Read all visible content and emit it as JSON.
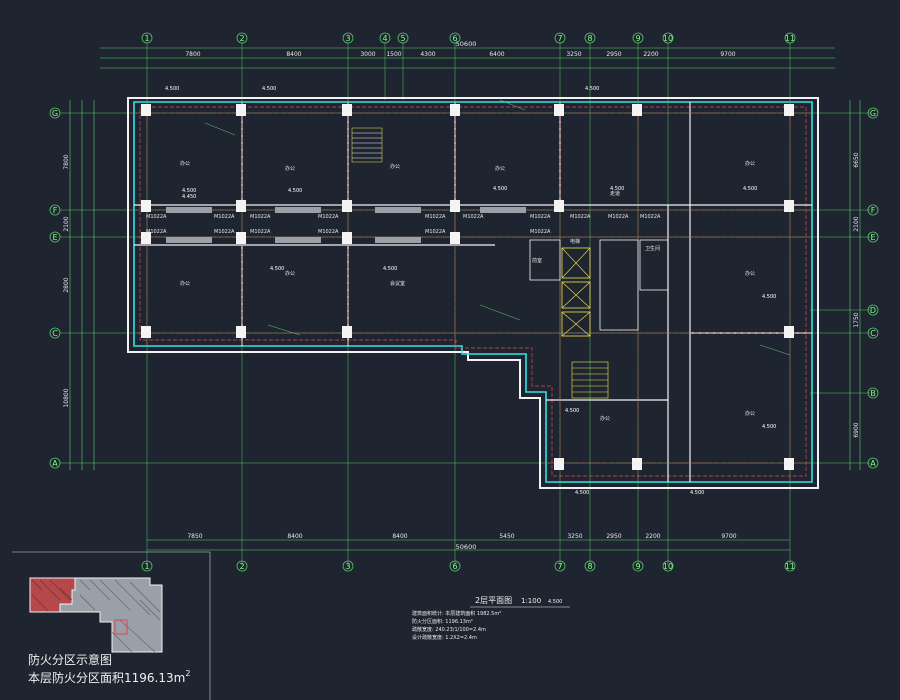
{
  "grid": {
    "columns": [
      "1",
      "2",
      "3",
      "4",
      "5",
      "6",
      "7",
      "8",
      "9",
      "10",
      "11"
    ],
    "rows": [
      "G",
      "F",
      "E",
      "C",
      "D",
      "B",
      "A"
    ]
  },
  "dimensions": {
    "top_spans": [
      "7800",
      "8400",
      "3000",
      "1500",
      "4300",
      "6400",
      "3250",
      "2950",
      "2200",
      "9700"
    ],
    "top_total": "50600",
    "bottom_spans": [
      "7850",
      "8400",
      "8400",
      "5450",
      "3250",
      "2950",
      "2200",
      "9700"
    ],
    "bottom_total": "50600",
    "left_spans": [
      "7800",
      "2100",
      "2800",
      "10800"
    ],
    "right_spans": [
      "6650",
      "2100",
      "1750",
      "6900"
    ]
  },
  "sheet_title": {
    "main": "2层平面图",
    "scale": "1:100",
    "elevation": "4.500"
  },
  "notes": [
    "建筑面积统计: 本层建筑面积 1982.5m²",
    "防火分区面积: 1196.13m²",
    "疏散宽度: 240.23/1/100=2.4m",
    "设计疏散宽度: 1.2X2=2.4m"
  ],
  "legend": {
    "title": "防火分区示意图",
    "area_prefix": "本层防火分区面积",
    "area_value": "1196.13",
    "area_unit": "m",
    "area_sup": "2"
  },
  "rooms": [
    {
      "label": "办公",
      "kind": "room"
    },
    {
      "label": "办公",
      "kind": "room"
    },
    {
      "label": "办公",
      "kind": "room"
    },
    {
      "label": "办公",
      "kind": "room"
    },
    {
      "label": "会议室",
      "kind": "room"
    },
    {
      "label": "办公",
      "kind": "room"
    },
    {
      "label": "办公",
      "kind": "room"
    },
    {
      "label": "办公",
      "kind": "room"
    },
    {
      "label": "办公",
      "kind": "room"
    },
    {
      "label": "走道",
      "kind": "room"
    },
    {
      "label": "前室",
      "kind": "room"
    },
    {
      "label": "电梯",
      "kind": "room"
    },
    {
      "label": "办公",
      "kind": "room"
    },
    {
      "label": "办公",
      "kind": "room"
    },
    {
      "label": "卫生间",
      "kind": "room"
    }
  ],
  "doors": [
    "M1022A",
    "M1022A",
    "M1022A",
    "M1022A",
    "M1022A",
    "M1022A",
    "M1022A",
    "M1022A",
    "M1022A",
    "M1022A",
    "M1022A",
    "M1022A",
    "M1022A",
    "M1022A",
    "M1022A",
    "M1022A"
  ],
  "elevation_tag": "4.500",
  "elevation_tag_2": "4.450"
}
